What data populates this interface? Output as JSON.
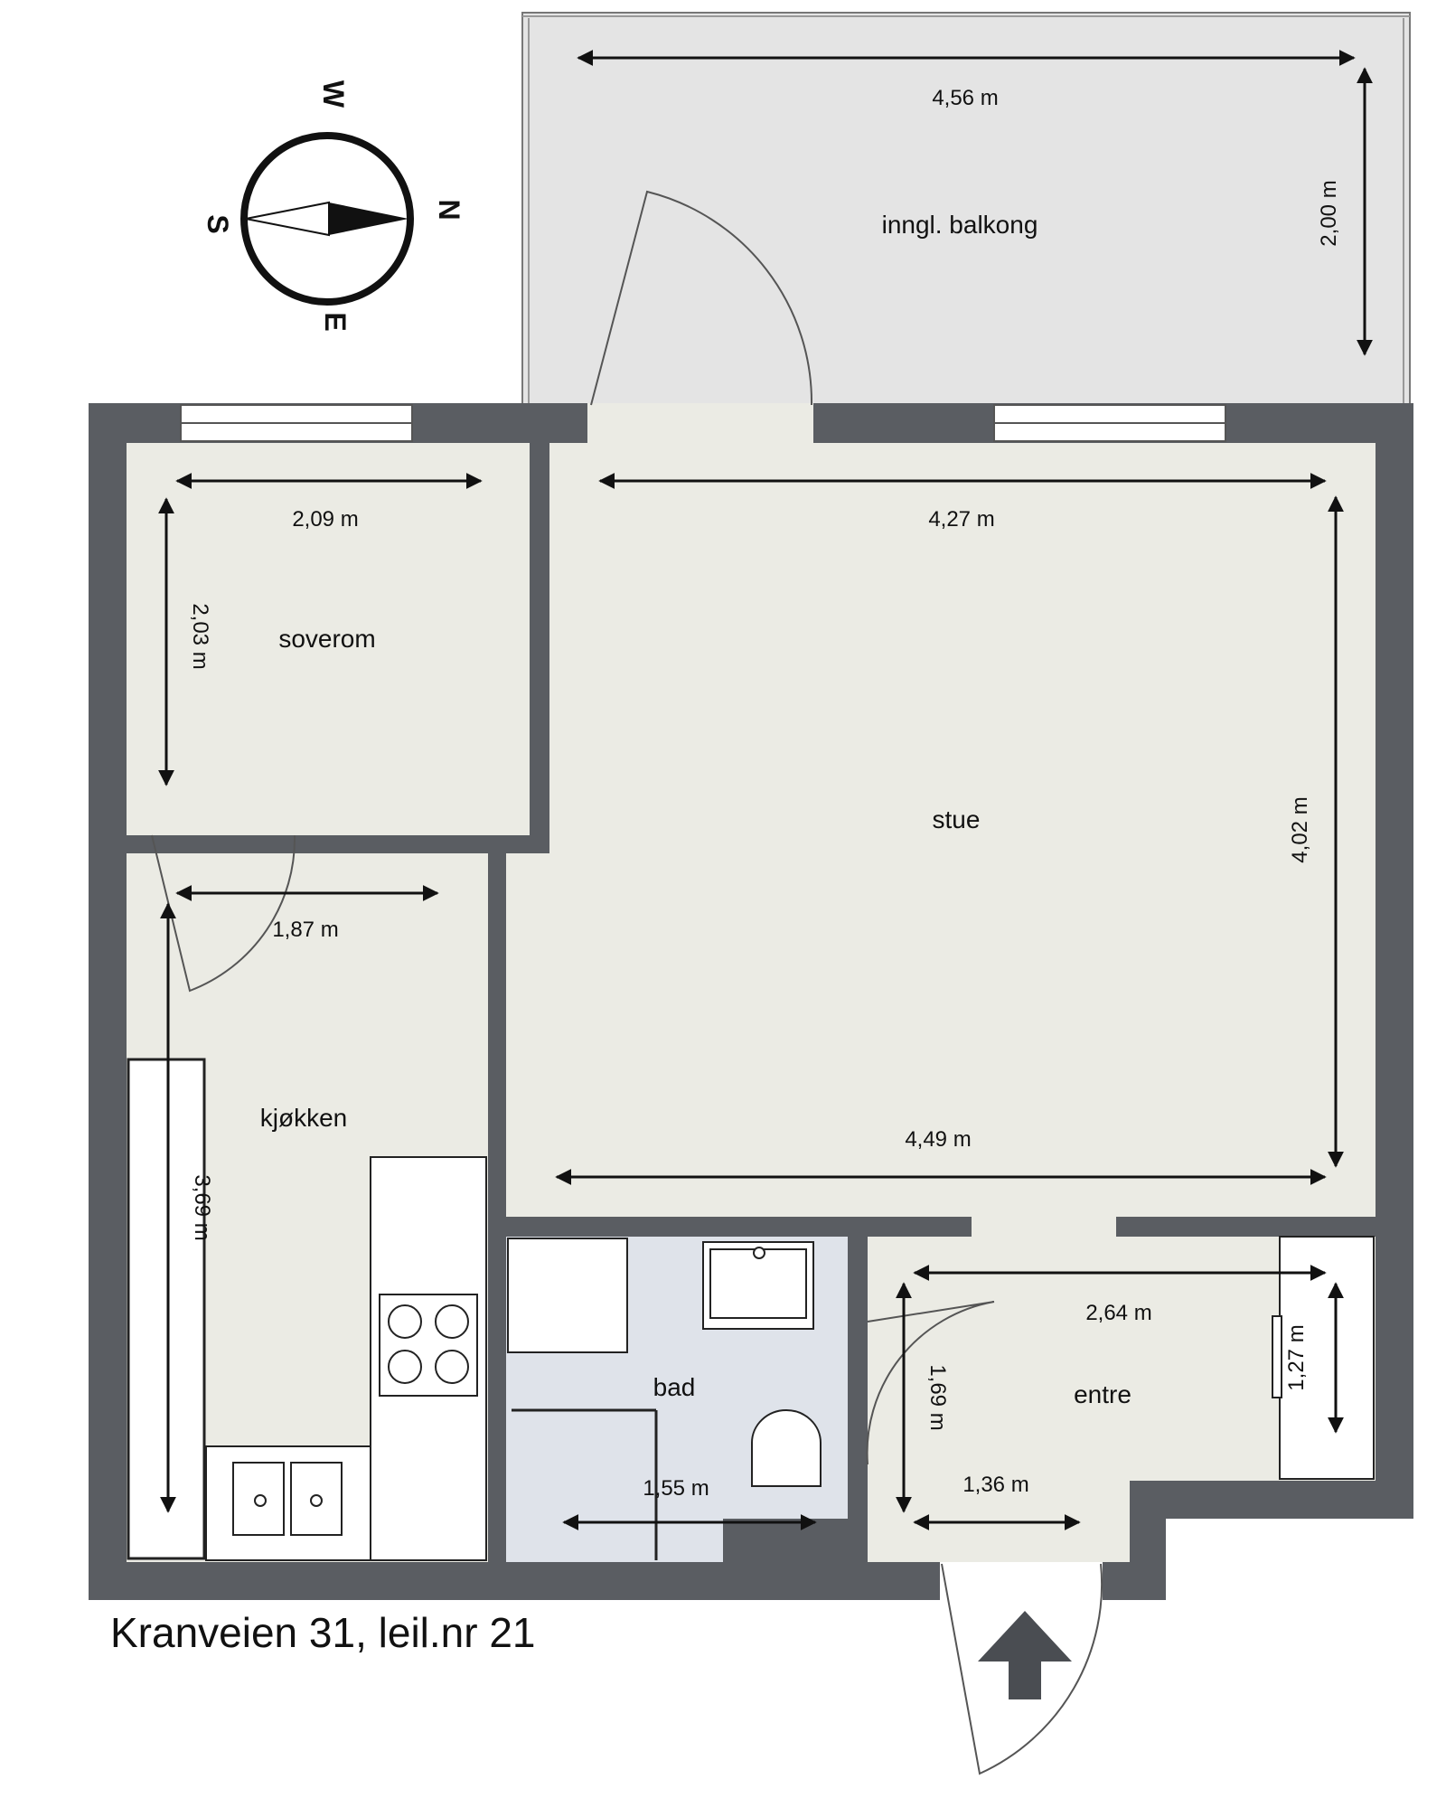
{
  "colors": {
    "wall": "#5a5d62",
    "floor": "#ebebe4",
    "balcony": "#e4e4e4",
    "bath": "#dfe3ea",
    "fixture": "#ffffff",
    "line": "#222222"
  },
  "compass": {
    "north": "N",
    "south": "S",
    "east": "E",
    "west": "W"
  },
  "rooms": {
    "balcony": "inngl. balkong",
    "bedroom": "soverom",
    "living": "stue",
    "kitchen": "kjøkken",
    "bath": "bad",
    "entry": "entre"
  },
  "dimensions": {
    "balcony_width": "4,56 m",
    "balcony_depth": "2,00 m",
    "bedroom_width": "2,09 m",
    "bedroom_depth": "2,03 m",
    "living_top": "4,27 m",
    "living_bottom": "4,49 m",
    "living_height": "4,02 m",
    "kitchen_width": "1,87 m",
    "kitchen_length": "3,69 m",
    "bath_width": "1,55 m",
    "entry_width": "2,64 m",
    "entry_depth": "1,69 m",
    "entry_lower": "1,36 m",
    "closet": "1,27 m"
  },
  "address": "Kranveien 31, leil.nr 21"
}
